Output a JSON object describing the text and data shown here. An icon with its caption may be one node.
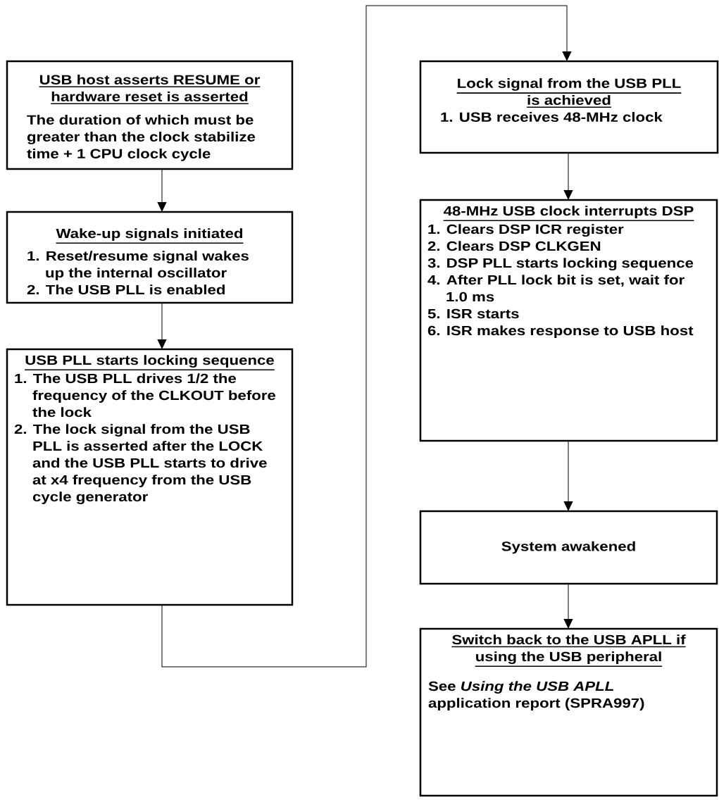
{
  "diagram": {
    "nodes": [
      {
        "text": [
          "USB host asserts RESUME or hardware reset is asserted",
          "The duration of which must be greater than the clock stabilize time + 1 CPU clock cycle"
        ]
      },
      {
        "text": [
          "Wake-up signals initiated",
          "1. Reset/resume signal wakes up the internal oscillator",
          "2. The USB PLL is enabled"
        ]
      },
      {
        "text": [
          "USB PLL starts locking sequence",
          "1. The USB PLL drives 1/2 the frequency of the CLKOUT before the lock",
          "2. The lock signal from the USB PLL is asserted after the LOCK and the USB PLL starts to drive at x4 frequency from the USB cycle generator"
        ]
      },
      {
        "text": [
          "Lock signal from the USB PLL is achieved",
          "1. USB receives 48-MHz clock"
        ]
      },
      {
        "text": [
          "48-MHz USB clock interrupts DSP",
          "1. Clears DSP ICR register",
          "2. Clears DSP CLKGEN",
          "3. DSP PLL starts locking sequence",
          "4. After PLL lock bit is set, wait for 1.0 ms",
          "5. ISR starts",
          "6. ISR makes response to USB host"
        ]
      },
      {
        "text": [
          "System awakened"
        ]
      },
      {
        "text": [
          "Switch back to the USB APLL if using the USB peripheral",
          "See *Using the USB APLL* application report (SPRA997)"
        ]
      }
    ],
    "edges": [
      {
        "from": 0,
        "to": 1,
        "arrow": "to"
      },
      {
        "from": 1,
        "to": 2,
        "arrow": "to"
      },
      {
        "from": 2,
        "to": 3,
        "arrow": "to"
      },
      {
        "from": 3,
        "to": 4,
        "arrow": "to"
      },
      {
        "from": 4,
        "to": 5,
        "arrow": "to"
      },
      {
        "from": 5,
        "to": 6,
        "arrow": "to"
      }
    ]
  }
}
